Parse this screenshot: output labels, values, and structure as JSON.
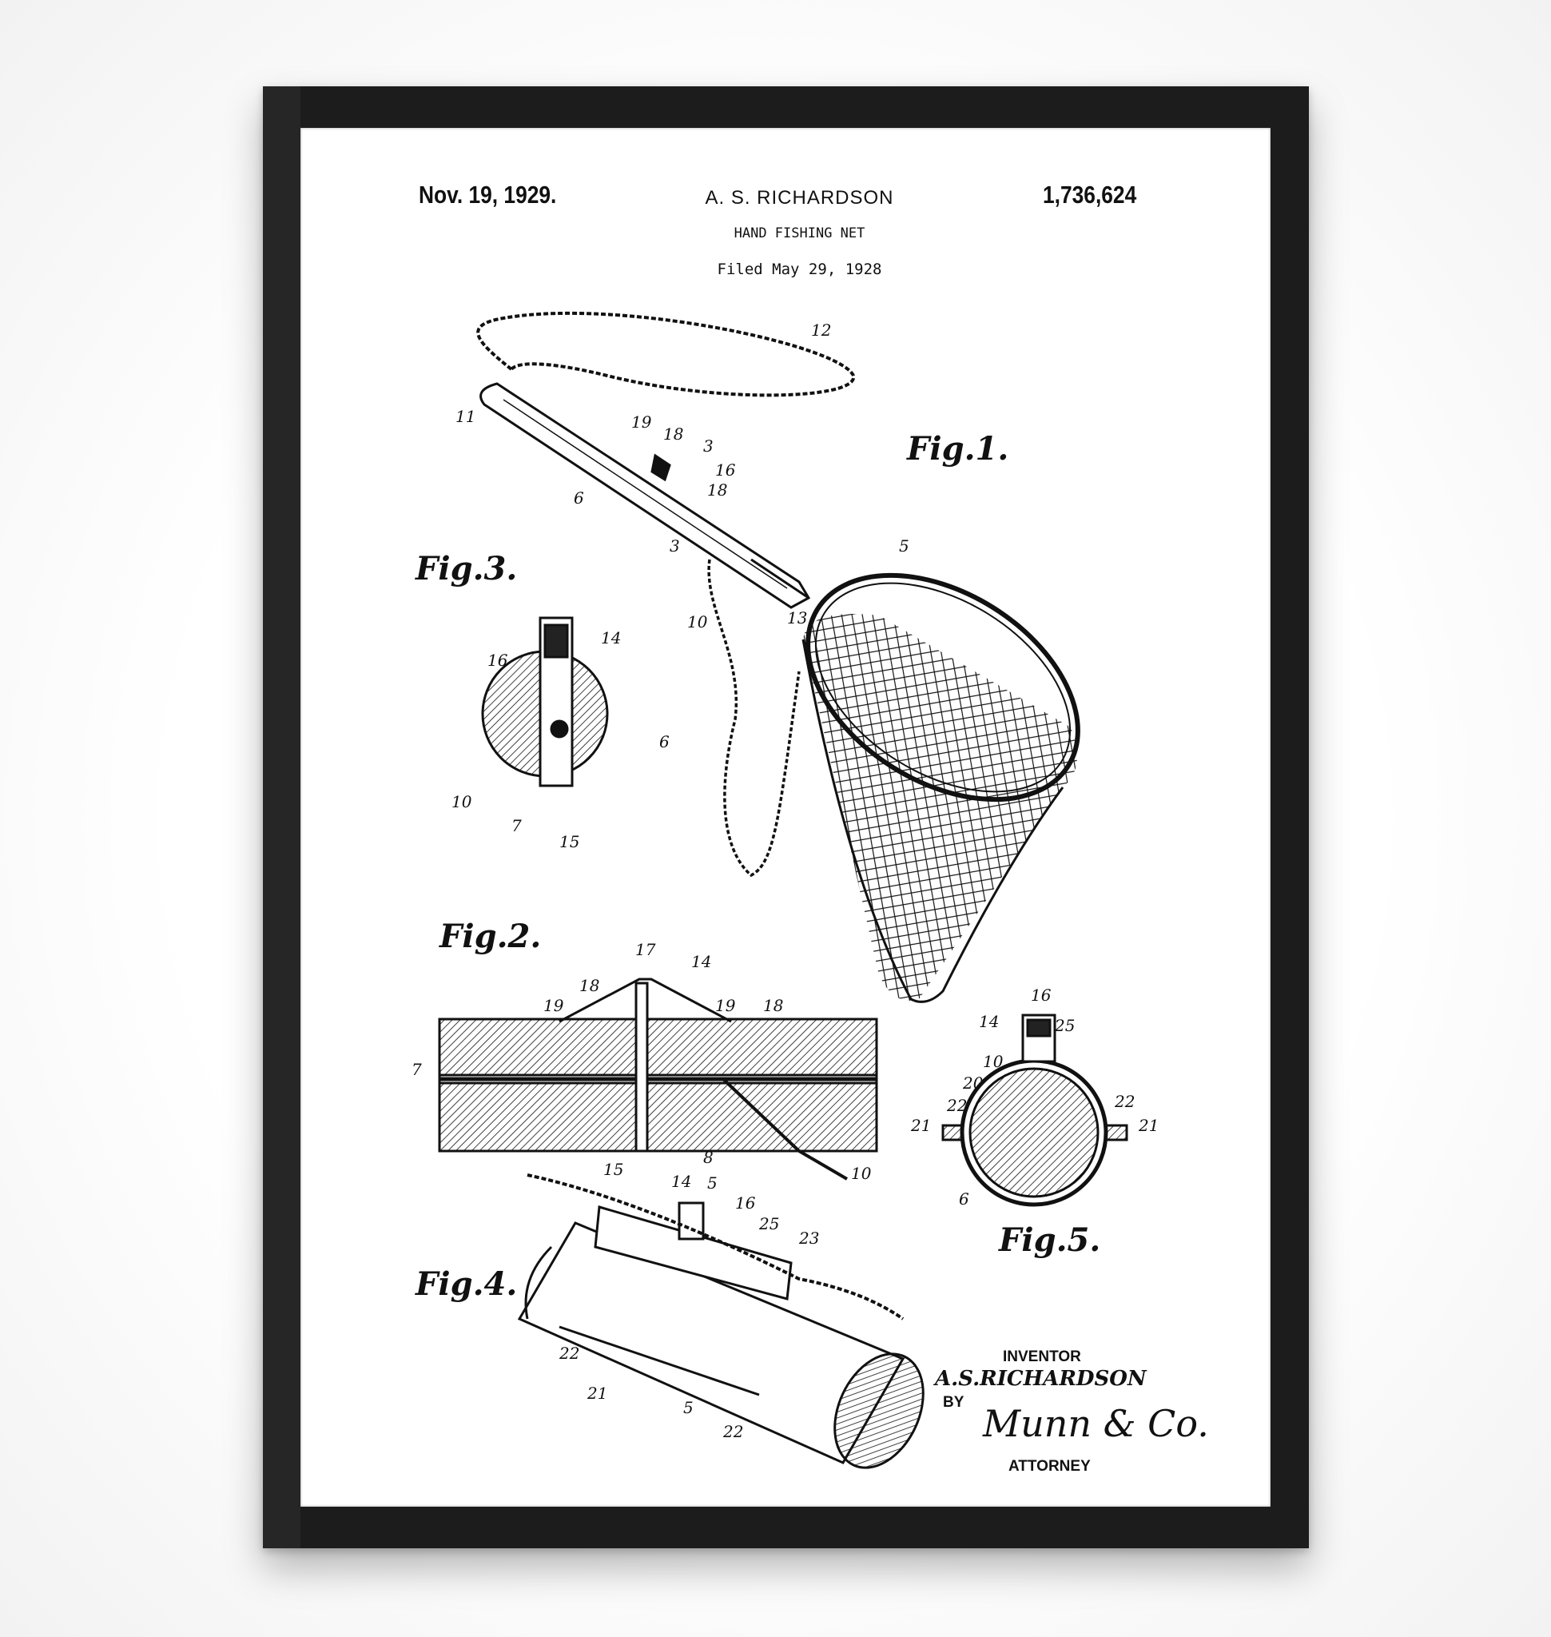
{
  "header": {
    "date": "Nov. 19, 1929.",
    "inventor_name": "A. S. RICHARDSON",
    "patent_number": "1,736,624",
    "title": "HAND FISHING NET",
    "filed": "Filed May 29, 1928"
  },
  "figures": {
    "fig1": "Fig.1.",
    "fig2": "Fig.2.",
    "fig3": "Fig.3.",
    "fig4": "Fig.4.",
    "fig5": "Fig.5."
  },
  "refs_fig1": [
    "12",
    "11",
    "19",
    "18",
    "3",
    "16",
    "18",
    "6",
    "3",
    "5",
    "10",
    "13"
  ],
  "refs_fig3": [
    "16",
    "14",
    "6",
    "10",
    "7",
    "15"
  ],
  "refs_fig2": [
    "17",
    "14",
    "18",
    "19",
    "19",
    "18",
    "7",
    "15",
    "8",
    "10"
  ],
  "refs_fig5": [
    "16",
    "14",
    "25",
    "10",
    "20",
    "22",
    "22",
    "21",
    "21",
    "6"
  ],
  "refs_fig4": [
    "14",
    "5",
    "16",
    "25",
    "23",
    "22",
    "21",
    "5",
    "22"
  ],
  "signature": {
    "inventor_label": "INVENTOR",
    "inventor": "A.S.RICHARDSON",
    "by": "BY",
    "attorney_signature": "Munn & Co.",
    "attorney_label": "ATTORNEY"
  }
}
